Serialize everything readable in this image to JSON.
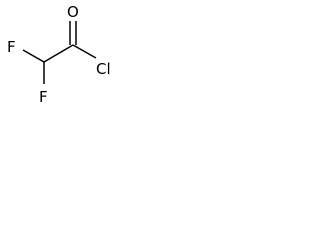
{
  "molecule": {
    "atoms": {
      "oxygen": "O",
      "fluorine_1": "F",
      "fluorine_2": "F",
      "chlorine": "Cl"
    },
    "bonds": [
      {
        "from": "fluorine_1",
        "to": "C2",
        "order": 1
      },
      {
        "from": "C2",
        "to": "fluorine_2",
        "order": 1
      },
      {
        "from": "C2",
        "to": "C1",
        "order": 1
      },
      {
        "from": "C1",
        "to": "oxygen",
        "order": 2
      },
      {
        "from": "C1",
        "to": "chlorine",
        "order": 1
      }
    ],
    "colors": {
      "bond": "#000000",
      "label": "#000000",
      "background": "#ffffff"
    }
  }
}
